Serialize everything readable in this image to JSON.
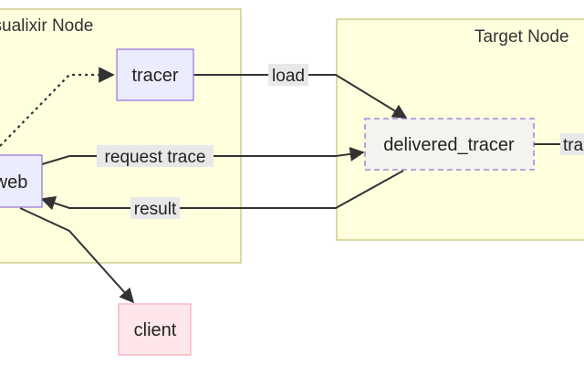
{
  "diagram": {
    "clusters": {
      "visualixir": {
        "title": "Visualixir Node"
      },
      "target": {
        "title": "Target Node"
      }
    },
    "nodes": {
      "tracer": "tracer",
      "web": "web",
      "client": "client",
      "delivered_tracer": "delivered_tracer"
    },
    "edge_labels": {
      "load": "load",
      "request_trace": "request trace",
      "result": "result",
      "trace_out": "tra"
    },
    "colors": {
      "cluster_fill": "#ffffde",
      "cluster_stroke": "#b5b55e",
      "node_fill": "#ececff",
      "node_stroke": "#9370db",
      "client_fill": "#ffe6ea",
      "client_stroke": "#f4aab8",
      "dashed_node_fill": "#f4f4ef",
      "edge_color": "#333333",
      "label_bg": "#e8e8e8"
    }
  }
}
